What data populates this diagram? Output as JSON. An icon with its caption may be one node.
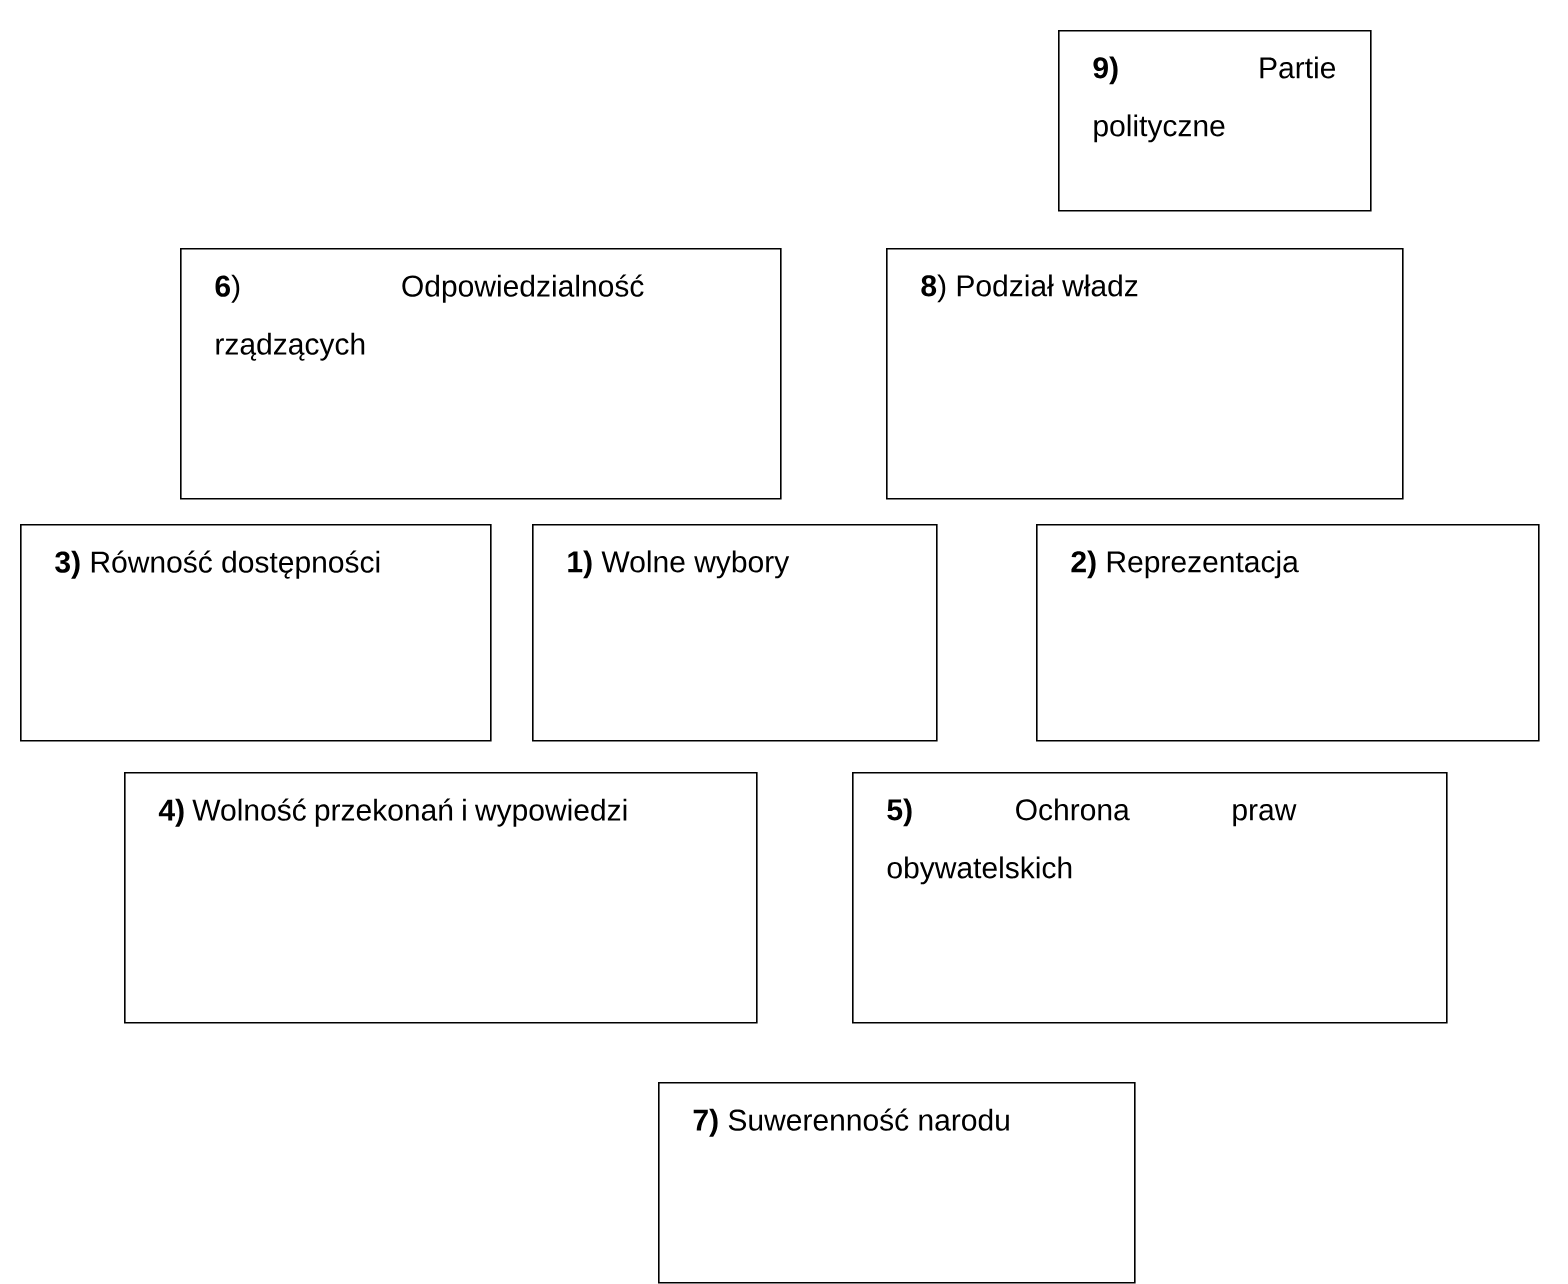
{
  "diagram": {
    "nodes": [
      {
        "text": [
          "**9)** Partie polityczne"
        ]
      },
      {
        "text": [
          "**6**) Odpowiedzialność rządzących"
        ]
      },
      {
        "text": [
          "**8**) Podział władz"
        ]
      },
      {
        "text": [
          "**3)** Równość dostępności"
        ]
      },
      {
        "text": [
          "**1)** Wolne wybory"
        ]
      },
      {
        "text": [
          "**2)** Reprezentacja"
        ]
      },
      {
        "text": [
          "**4)** Wolność przekonań i wypowiedzi"
        ]
      },
      {
        "text": [
          "**5)** Ochrona praw obywatelskich"
        ]
      },
      {
        "text": [
          "**7)** Suwerenność narodu"
        ]
      }
    ]
  }
}
